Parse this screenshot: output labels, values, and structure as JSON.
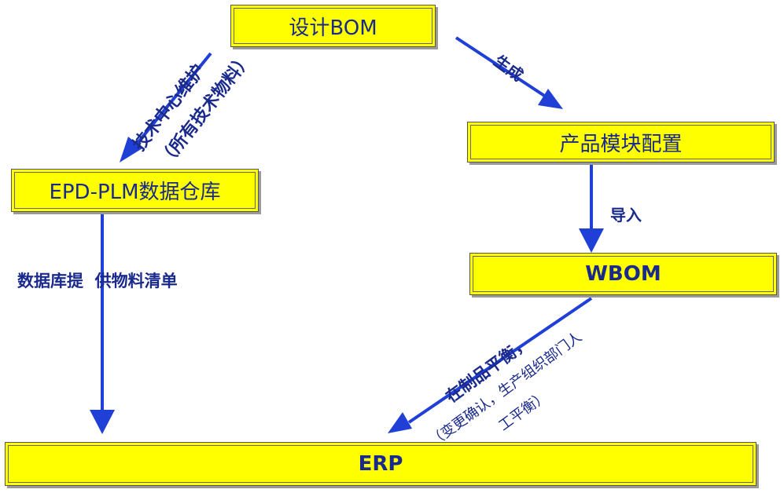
{
  "boxes": {
    "design_bom": "设计BOM",
    "epd_plm": "EPD-PLM数据仓库",
    "product_module": "产品模块配置",
    "wbom": "WBOM",
    "erp": "ERP"
  },
  "labels": {
    "generate": "生成",
    "import": "导入",
    "tech_center_line1": "技术中心维护",
    "tech_center_line2": "（所有技术物料）",
    "data_provide": "数据库提  供物料清单",
    "wip_line1": "在制品平衡，",
    "wip_line2": "（变更确认，生产组织部门人",
    "wip_line3": "工平衡）"
  },
  "colors": {
    "box_fill": "#ffff00",
    "arrow": "#1f3fd6",
    "text": "#1a2a8c"
  }
}
